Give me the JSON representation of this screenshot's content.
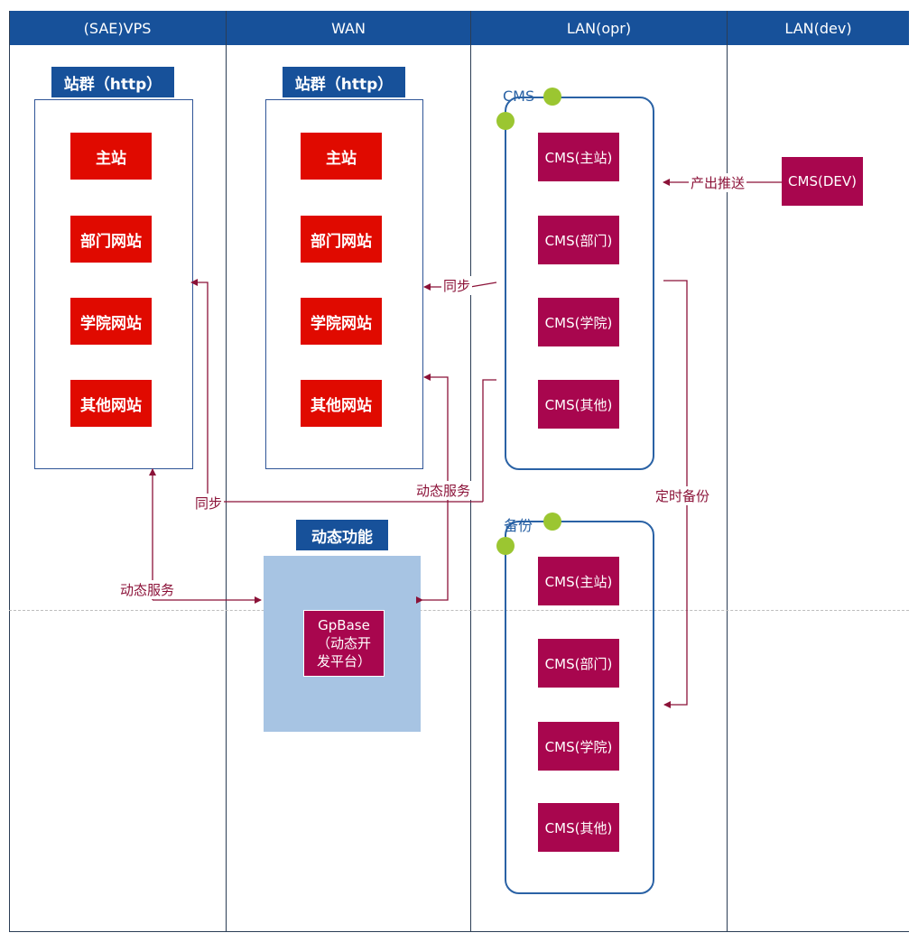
{
  "lanes": [
    "(SAE)VPS",
    "WAN",
    "LAN(opr)",
    "LAN(dev)"
  ],
  "site_group_left": {
    "title": "站群（http）",
    "items": [
      "主站",
      "部门网站",
      "学院网站",
      "其他网站"
    ]
  },
  "site_group_wan": {
    "title": "站群（http）",
    "items": [
      "主站",
      "部门网站",
      "学院网站",
      "其他网站"
    ]
  },
  "cms_group": {
    "caption": "CMS",
    "items": [
      "CMS(主站)",
      "CMS(部门)",
      "CMS(学院)",
      "CMS(其他)"
    ]
  },
  "backup_group": {
    "caption": "备份",
    "items": [
      "CMS(主站)",
      "CMS(部门)",
      "CMS(学院)",
      "CMS(其他)"
    ]
  },
  "dev_box": "CMS(DEV)",
  "dynamic": {
    "title": "动态功能",
    "platform_line1": "GpBase",
    "platform_line2": "（动态开",
    "platform_line3": "发平台）"
  },
  "flows": {
    "push": "产出推送",
    "sync_wan": "同步",
    "sync_vps": "同步",
    "dyn_service_wan": "动态服务",
    "dyn_service_vps": "动态服务",
    "scheduled_backup": "定时备份"
  },
  "colors": {
    "header": "#17519a",
    "site_red": "#e00a00",
    "cms_crimson": "#a8064e",
    "flow_arrow": "#8b1238",
    "container_border": "#2a62a5",
    "dot_green": "#9bc631",
    "dynamic_bg": "#a7c4e3"
  }
}
